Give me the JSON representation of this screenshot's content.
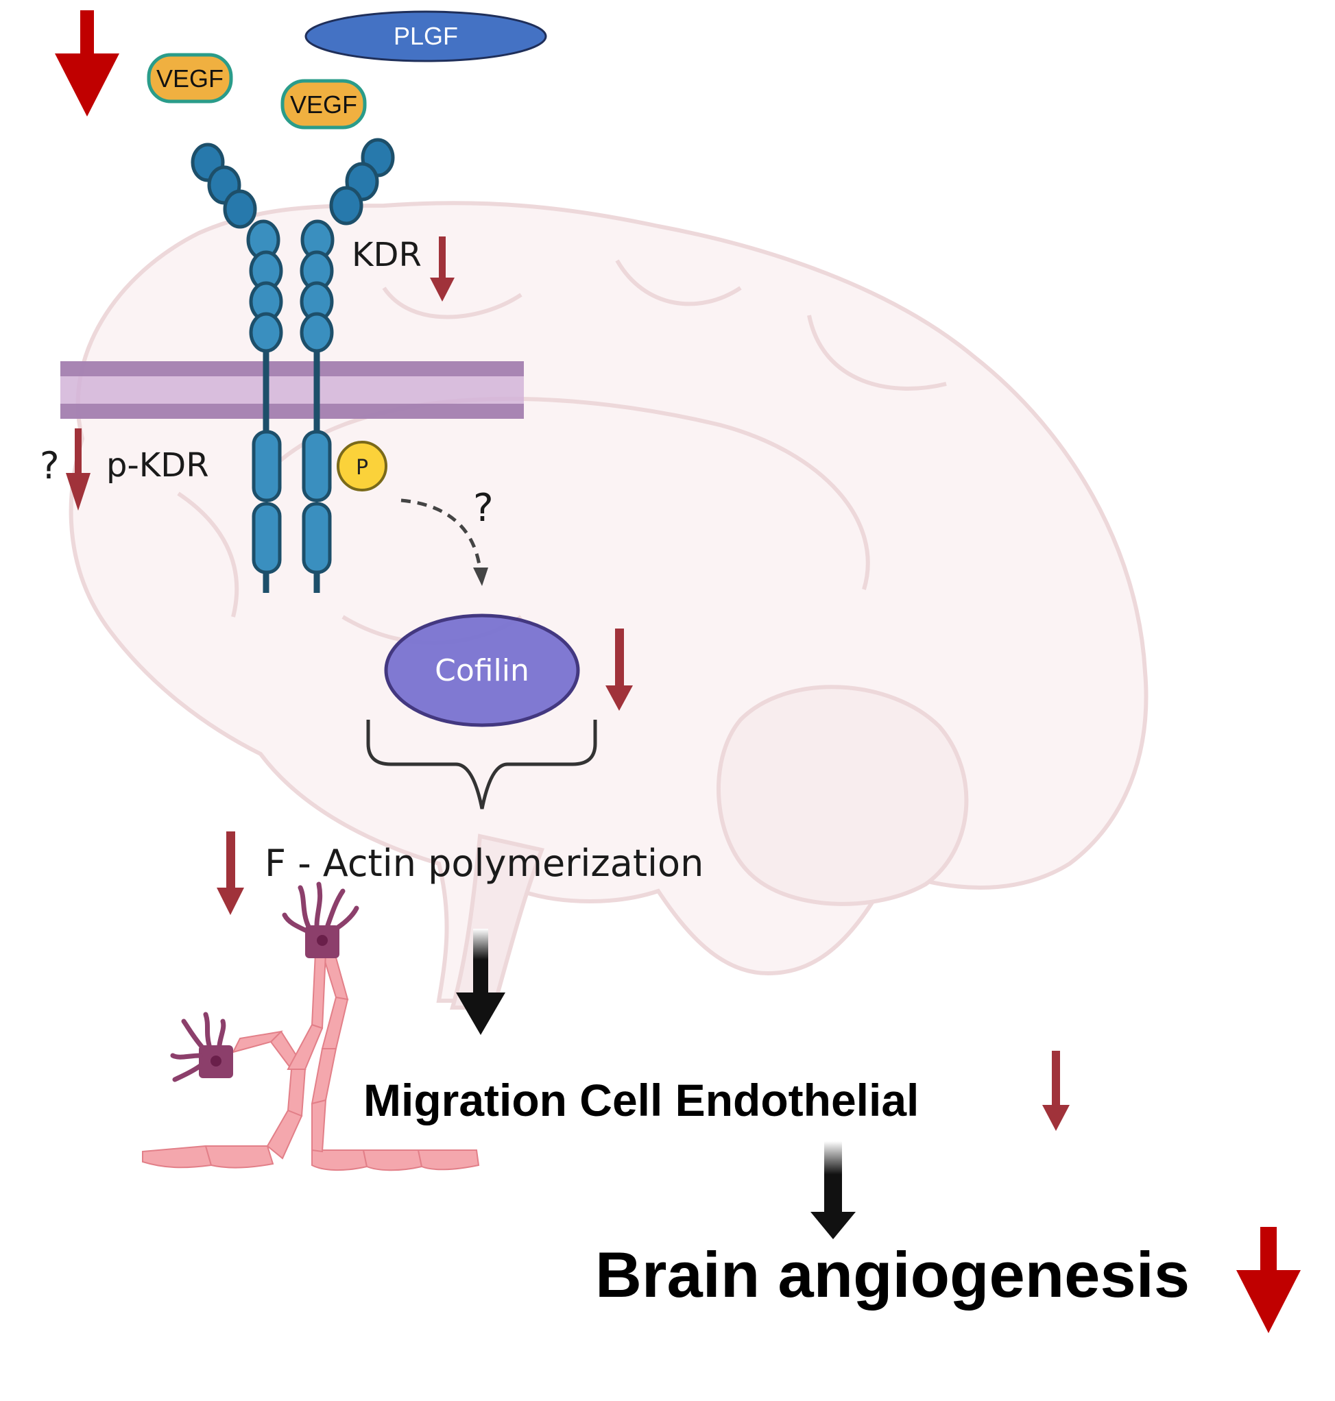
{
  "figure": {
    "ligands": {
      "plgf": {
        "label": "PLGF",
        "color": "#4472c4"
      },
      "vegf_1": {
        "label": "VEGF",
        "color": "#f0b040"
      },
      "vegf_2": {
        "label": "VEGF",
        "color": "#f0b040"
      }
    },
    "receptor": {
      "kdr_label": "KDR",
      "pkdr_label": "p-KDR",
      "pkdr_question": "?",
      "phospho_label": "P",
      "color": "#2e7fae"
    },
    "pathway": {
      "question": "?",
      "cofilin_label": "Cofilin",
      "factin_label": "F - Actin polymerization",
      "migration_label": "Migration Cell Endothelial",
      "outcome_label": "Brain angiogenesis"
    },
    "colors": {
      "decrease_arrow_dark": "#a0323a",
      "decrease_arrow_bright": "#c00000",
      "membrane": "#b98fc0",
      "cofilin": "#7a73d1",
      "brain_outline": "#e6cdd0",
      "endothelial_cell": "#f4a7ad",
      "tip_cell": "#8c3f6b"
    }
  }
}
